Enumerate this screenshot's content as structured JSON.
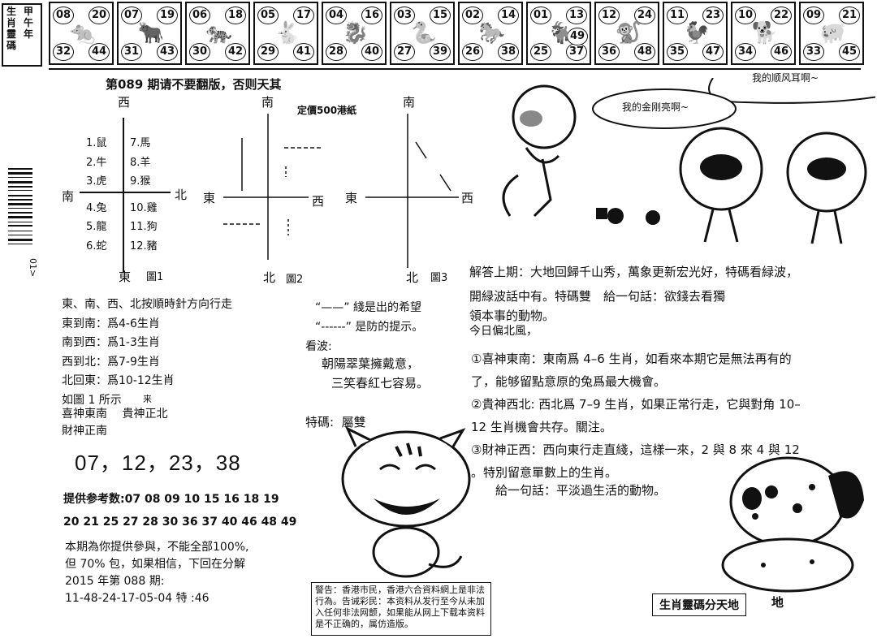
{
  "strip": {
    "corner": [
      "生",
      "肖",
      "靈",
      "碼",
      "甲",
      "午",
      "年"
    ],
    "cells": [
      {
        "n": [
          "08",
          "20",
          "32",
          "44"
        ],
        "animal": "rat-icon"
      },
      {
        "n": [
          "07",
          "19",
          "31",
          "43"
        ],
        "animal": "ox-icon"
      },
      {
        "n": [
          "06",
          "18",
          "30",
          "42"
        ],
        "animal": "tiger-icon"
      },
      {
        "n": [
          "05",
          "17",
          "29",
          "41"
        ],
        "animal": "rabbit-icon"
      },
      {
        "n": [
          "04",
          "16",
          "28",
          "40"
        ],
        "animal": "dragon-icon"
      },
      {
        "n": [
          "03",
          "15",
          "27",
          "39"
        ],
        "animal": "snake-icon"
      },
      {
        "n": [
          "02",
          "14",
          "26",
          "38"
        ],
        "animal": "horse-icon"
      },
      {
        "n": [
          "01",
          "13",
          "25",
          "37"
        ],
        "extra": "49",
        "animal": "goat-icon"
      },
      {
        "n": [
          "12",
          "24",
          "36",
          "48"
        ],
        "animal": "monkey-icon"
      },
      {
        "n": [
          "11",
          "23",
          "35",
          "47"
        ],
        "animal": "rooster-icon"
      },
      {
        "n": [
          "10",
          "22",
          "34",
          "46"
        ],
        "animal": "dog-icon"
      },
      {
        "n": [
          "09",
          "21",
          "33",
          "45"
        ],
        "animal": "pig-icon"
      }
    ]
  },
  "header": {
    "warning": "第089 期请不要翻版，否则天其",
    "price": "定價500港紙"
  },
  "fig1": {
    "north": "西",
    "south": "東",
    "west": "南",
    "east": "北",
    "caption": "圖1",
    "left": [
      "1.鼠",
      "2.牛",
      "3.虎",
      "4.兔",
      "5.龍",
      "6.蛇"
    ],
    "right": [
      "7.馬",
      "8.羊",
      "9.猴",
      "10.雞",
      "11.狗",
      "12.豬"
    ]
  },
  "fig2": {
    "top": "南",
    "left": "東",
    "right": "西",
    "bottom": "北",
    "caption": "圖2"
  },
  "fig3": {
    "top": "南",
    "left": "東",
    "right": "西",
    "bottom": "北",
    "caption": "圖3"
  },
  "barcode_text": "01>",
  "rules": [
    "東、南、西、北按順時針方向行走",
    "東到南：爲4-6生肖",
    "南到西：爲1-3生肖",
    "西到北：爲7-9生肖",
    "北回東：爲10-12生肖",
    "如圖 1 所示"
  ],
  "gods": {
    "line1": "喜神東南　 貴神正北",
    "line2": "財神正南",
    "mark": "来"
  },
  "legend": {
    "solid": "“——” 綫是出的希望",
    "dashed": "“------” 是防的提示。"
  },
  "kanbo": {
    "label": "看波:",
    "poem1": "朝陽翠葉擁戴意，",
    "poem2": "三笑春紅七容易。"
  },
  "tema": {
    "label": "特碼:",
    "value": "屬雙"
  },
  "main_numbers": "07，12，23，38",
  "reference": {
    "line1": "提供参考数:07 08 09 10 15 16 18 19",
    "line2": "20 21 25 27 28 30 36 37 40 46 48 49"
  },
  "footer": {
    "line1": "本期為你提供參與，不能全部100%,",
    "line2": "但 70% 包，如果相信，下回在分解",
    "line3": "2015 年第 088 期:",
    "line4": "11-48-24-17-05-04 特 :46"
  },
  "notice": "警告：香港市民，香港六合資料網上是非法行為。告诫彩民：本资料从发行至今从未加入任何非法网颤，如果能从网上下载本资料是不正确的，属仿造版。",
  "speech": {
    "bubble1": "我的顺风耳啊~",
    "bubble2": "我的金刚亮啊~"
  },
  "answer": {
    "p1a": "解答上期：大地回歸千山秀，萬象更新宏光好，特碼看緑波，",
    "p1b": "開緑波話中有。特碼雙　給一句話：欲錢去看獨",
    "p1c": "領本事的動物。",
    "p1d": "今日偏北風，",
    "p2a": "①喜神東南：東南爲 4–6 生肖，如看來本期它是無法再有的",
    "p2b": "了，能够留點意原的兔爲最大機會。",
    "p3a": "②貴神西北: 西北爲 7–9 生肖，如果正常行走，它與對角 10–",
    "p3b": "12 生肖機會共存。關注。",
    "p4a": "③財神正西：西向東行走直綫，這樣一來，2 與 8 來 4 與 12",
    "p4b": "。特別留意單數上的生肖。",
    "p5": "給一句話：平淡過生活的動物。"
  },
  "brand": {
    "box": "生肖靈碼分天地",
    "tail": "地"
  }
}
